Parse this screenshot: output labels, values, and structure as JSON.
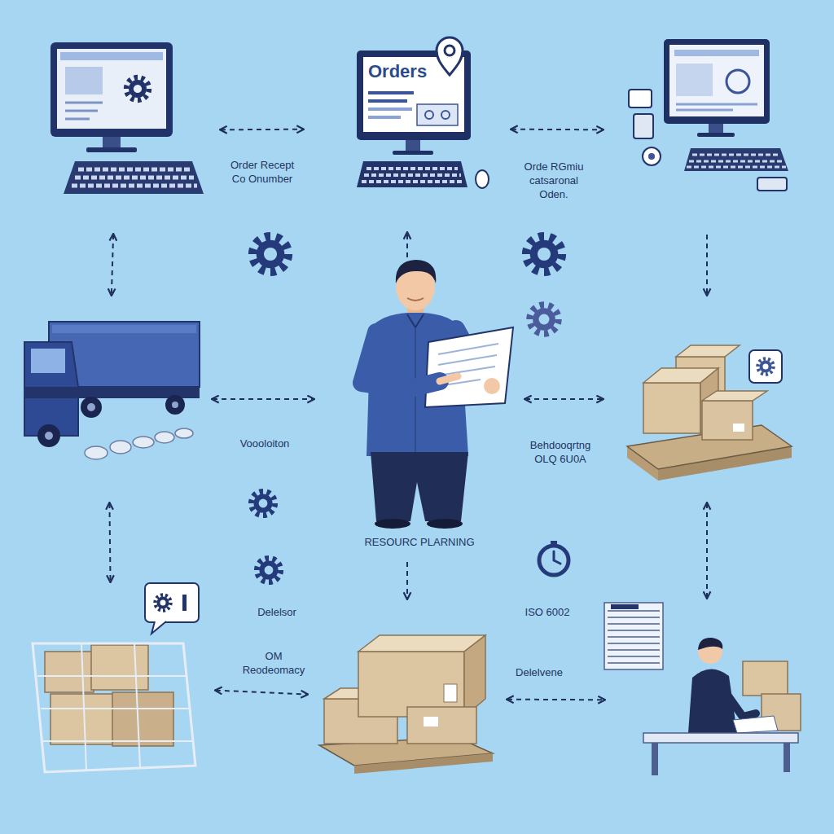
{
  "diagram": {
    "nodes": [
      {
        "text": []
      },
      {
        "text": [
          "Orders"
        ]
      },
      {
        "text": []
      },
      {
        "text": []
      },
      {
        "text": [
          "RESOURC PLARNING"
        ]
      },
      {
        "text": []
      },
      {
        "text": []
      },
      {
        "text": []
      },
      {
        "text": []
      }
    ],
    "edges": [
      {
        "from": 0,
        "to": 1,
        "arrow": "both",
        "label": "Order Recept Co Onumber"
      },
      {
        "from": 1,
        "to": 2,
        "arrow": "both",
        "label": "Orde RGmiu catsaronal Oden."
      },
      {
        "from": 0,
        "to": 3,
        "arrow": "both"
      },
      {
        "from": 4,
        "to": 1,
        "arrow": "to"
      },
      {
        "from": 2,
        "to": 5,
        "arrow": "to"
      },
      {
        "from": 3,
        "to": 4,
        "arrow": "both",
        "label": "Voooloiton"
      },
      {
        "from": 4,
        "to": 5,
        "arrow": "both",
        "label": "Behdooqrtng OLQ 6U0A"
      },
      {
        "from": 3,
        "to": 6,
        "arrow": "both"
      },
      {
        "from": 4,
        "to": 7,
        "arrow": "to"
      },
      {
        "from": 5,
        "to": 8,
        "arrow": "both"
      },
      {
        "from": 6,
        "to": 7,
        "arrow": "both",
        "label": "OM Reodeomacy"
      },
      {
        "from": 7,
        "to": 8,
        "arrow": "both",
        "label": "Delelvene"
      }
    ],
    "labels": [
      "Delelsor",
      "ISO 6002"
    ]
  }
}
